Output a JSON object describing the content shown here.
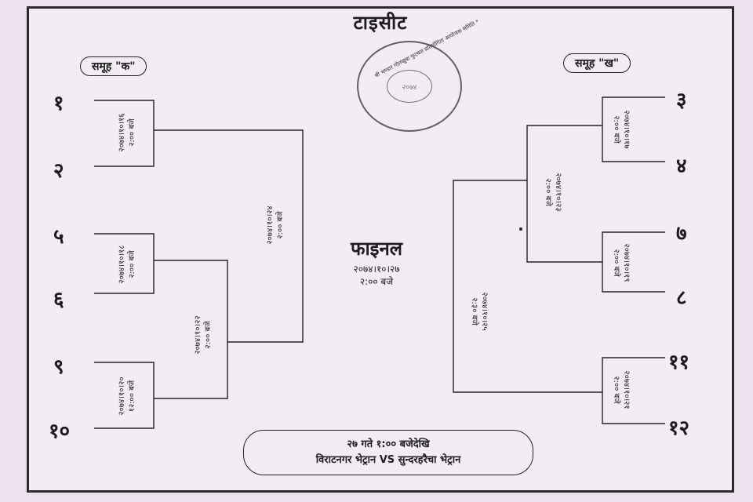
{
  "title": "टाइसीट",
  "stamp": {
    "ring_text": "श्री भण्डार गोलखुबा फुटबल प्रतियोगिता आयोजक समिति * सुन्दरहरैचा-१, मोरङ *",
    "center_text": "२०७४"
  },
  "groups": {
    "a": "समूह \"क\"",
    "b": "समूह \"ख\""
  },
  "seeds_left": [
    "१",
    "२",
    "५",
    "६",
    "९",
    "१०"
  ],
  "seeds_right": [
    "३",
    "४",
    "७",
    "८",
    "११",
    "१२"
  ],
  "matches_left": {
    "m1": {
      "date": "२०७४।१०।१६",
      "time": "२:०० बजे"
    },
    "m2": {
      "date": "२०७४।१०।१८",
      "time": "२:०० बजे"
    },
    "m3": {
      "date": "२०७४।१०।२०",
      "time": "१२:०० बजे"
    },
    "semi_inner": {
      "date": "२०७४।१०।२२",
      "time": "२:०० बजे"
    },
    "semi_outer": {
      "date": "२०७४।१०।२४",
      "time": "२:०० बजे"
    }
  },
  "matches_right": {
    "m1": {
      "date": "२०७४।१०।१७",
      "time": "२:०० बजे"
    },
    "m2": {
      "date": "२०७४।१०।१९",
      "time": "२:०० बजे"
    },
    "m3": {
      "date": "२०७४।१०।२१",
      "time": "२:०० बजे"
    },
    "semi_inner": {
      "date": "२०७४।१०।२३",
      "time": "२:०० बजे"
    },
    "semi_outer": {
      "date": "२०७४।१०।२५",
      "time": "२:३० बजे"
    }
  },
  "final": {
    "title": "फाइनल",
    "date": "२०७४।१०।२७",
    "time": "२:०० बजे"
  },
  "footer": {
    "line1": "२७ गते १:०० बजेदेखि",
    "line2": "विराटनगर भेट्रान VS सुन्दरहरैचा भेट्रान"
  }
}
